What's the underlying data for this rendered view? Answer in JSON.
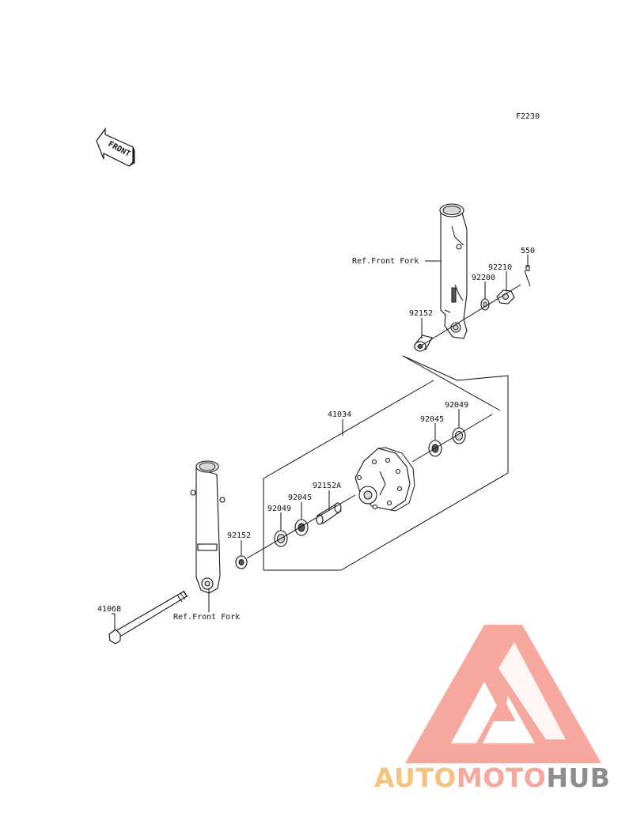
{
  "diagram_code": "F2230",
  "front_arrow_label": "FRONT",
  "parts": [
    {
      "id": "p550",
      "number": "550"
    },
    {
      "id": "p92210",
      "number": "92210"
    },
    {
      "id": "p92200",
      "number": "92200"
    },
    {
      "id": "p92152-top",
      "number": "92152"
    },
    {
      "id": "p41034",
      "number": "41034"
    },
    {
      "id": "p92049-right",
      "number": "92049"
    },
    {
      "id": "p92045-right",
      "number": "92045"
    },
    {
      "id": "p92152A",
      "number": "92152A"
    },
    {
      "id": "p92045-left",
      "number": "92045"
    },
    {
      "id": "p92049-left",
      "number": "92049"
    },
    {
      "id": "p92152-left",
      "number": "92152"
    },
    {
      "id": "p41068",
      "number": "41068"
    }
  ],
  "references": {
    "front_fork_right": "Ref.Front Fork",
    "front_fork_left": "Ref.Front Fork"
  },
  "watermark": {
    "part1": "AUTO",
    "part2": "MOTO",
    "part3": "HUB",
    "color1": "#f5b86a",
    "color2": "#f59a8e",
    "color3": "#7a7a7a",
    "logo_color": "#f59a8e"
  }
}
